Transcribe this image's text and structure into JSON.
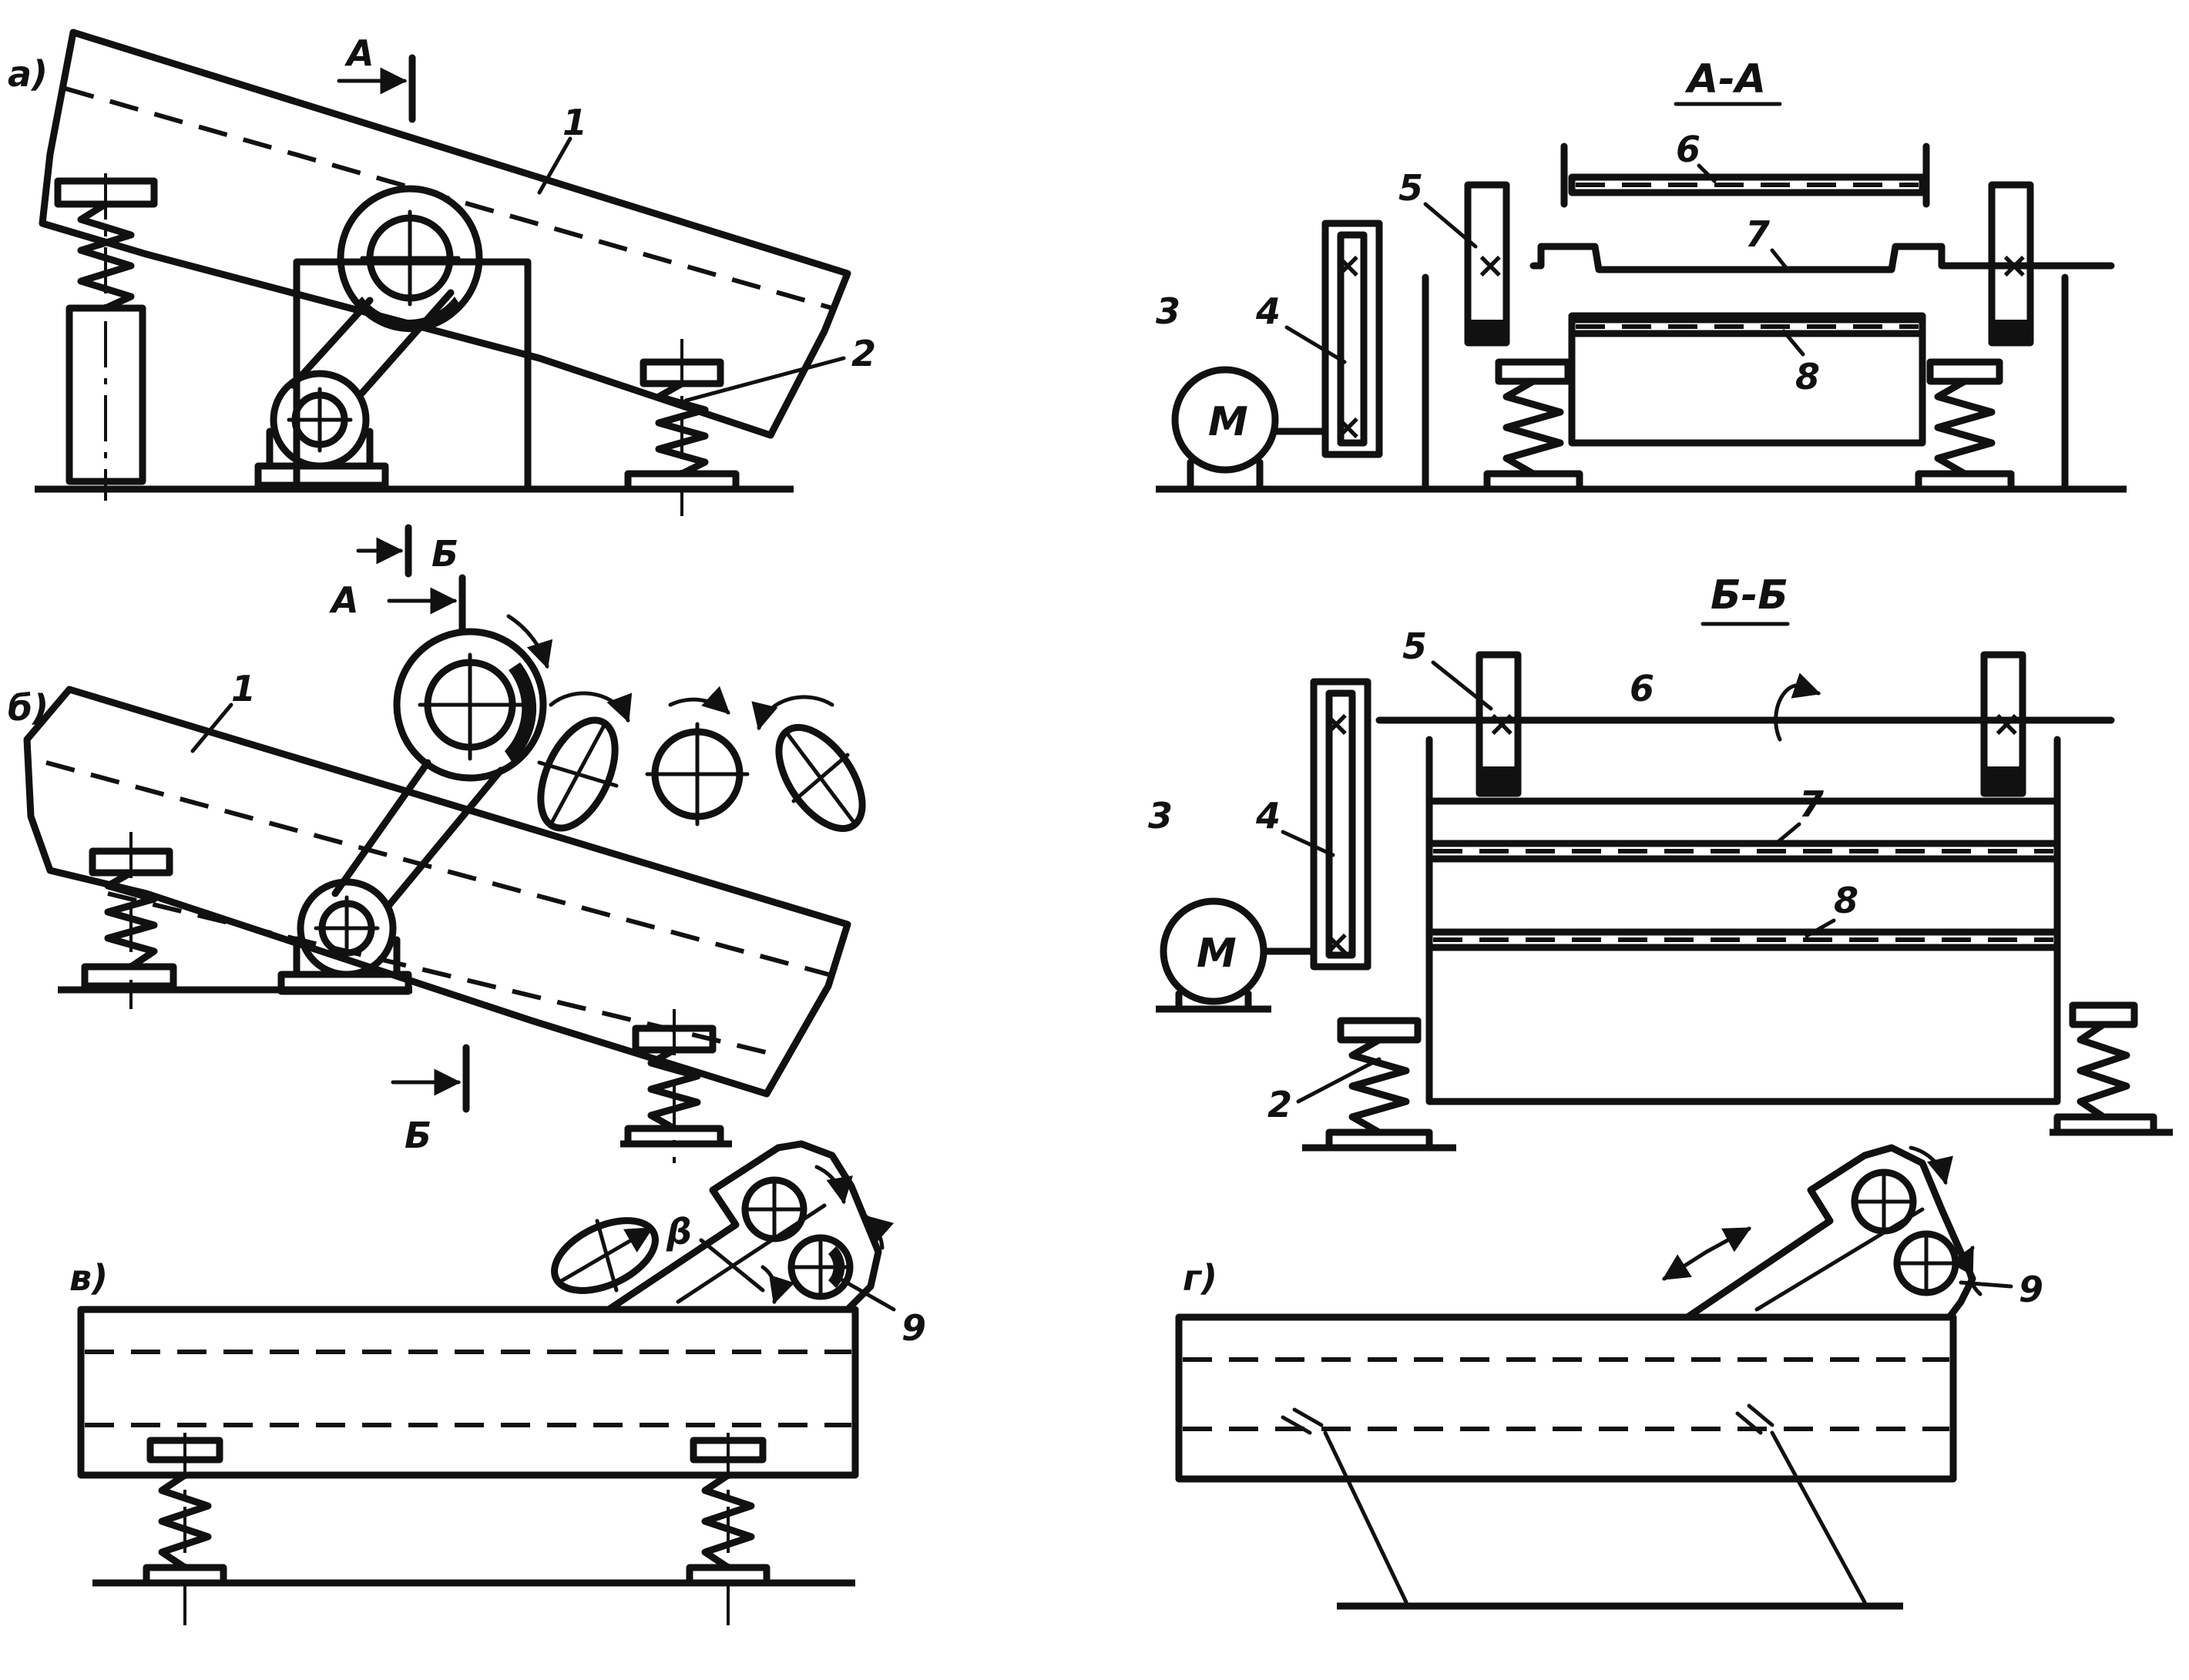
{
  "panels": {
    "a": "а)",
    "b": "б)",
    "v": "в)",
    "g": "г)"
  },
  "sections": {
    "aa": "А-А",
    "bb": "Б-Б"
  },
  "cut_marks": {
    "A": "А",
    "B": "Б"
  },
  "motor": "М",
  "callouts": {
    "n1": "1",
    "n2": "2",
    "n3": "3",
    "n4": "4",
    "n5": "5",
    "n6": "6",
    "n7": "7",
    "n8": "8",
    "n9": "9"
  },
  "angle": "β"
}
